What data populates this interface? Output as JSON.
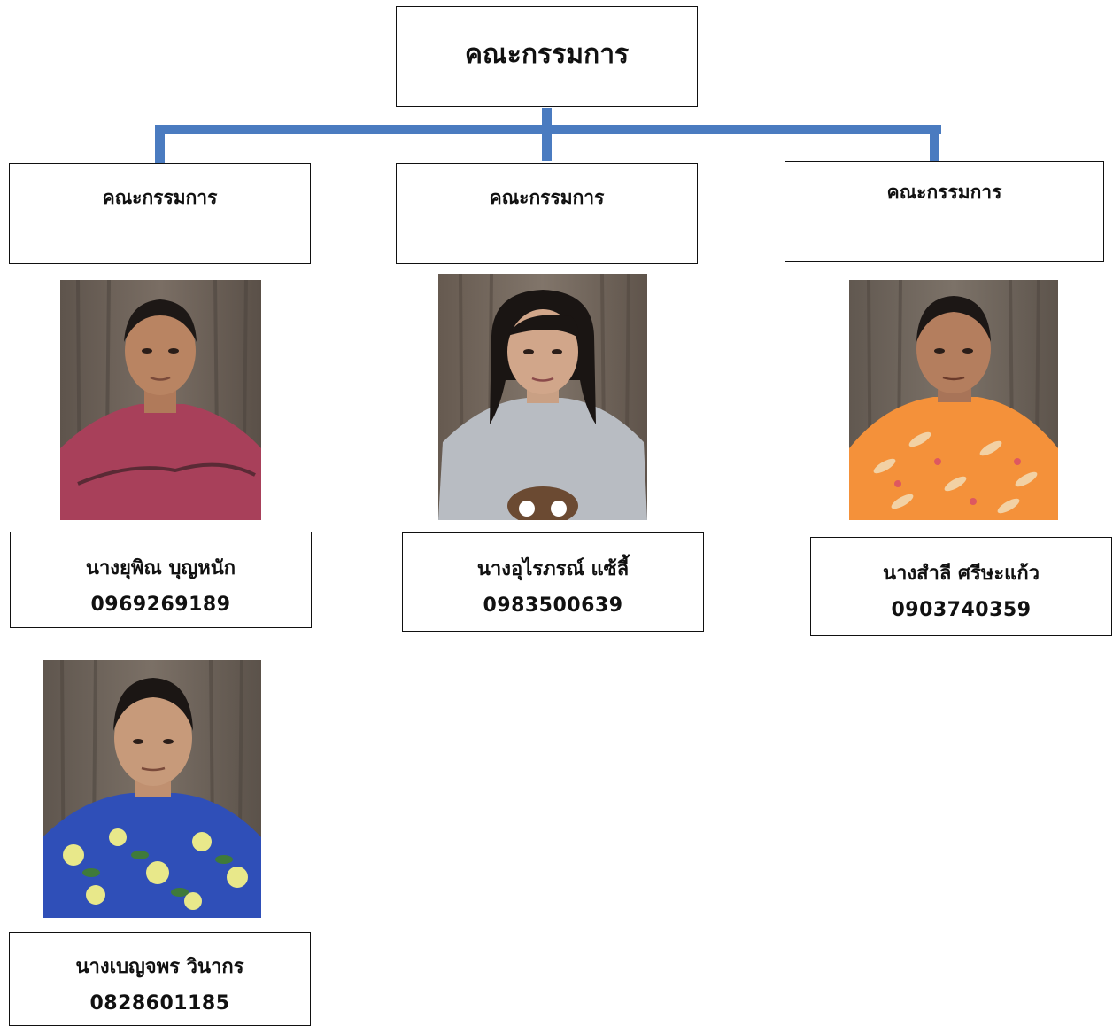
{
  "chart_root": {
    "title": "คณะกรรมการ"
  },
  "connector_color": "#4a7bc0",
  "roles": [
    {
      "title": "คณะกรรมการ"
    },
    {
      "title": "คณะกรรมการ"
    },
    {
      "title": "คณะกรรมการ"
    }
  ],
  "members": [
    {
      "name": "นางยุพิณ  บุญหนัก",
      "phone": "0969269189",
      "shirt_color": "#a8405a"
    },
    {
      "name": "นางอุไรภรณ์  แซ้ลี้",
      "phone": "0983500639",
      "shirt_color": "#b8bcc2"
    },
    {
      "name": "นางสำลี  ศรีษะแก้ว",
      "phone": "0903740359",
      "shirt_color": "#f4913a"
    },
    {
      "name": "นางเบญจพร  วินากร",
      "phone": "0828601185",
      "shirt_color": "#2f4fb8"
    }
  ]
}
